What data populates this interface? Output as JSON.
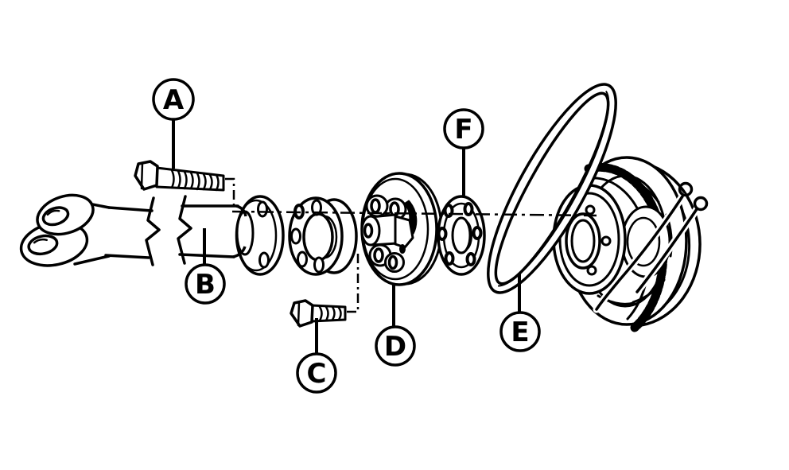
{
  "diagram": {
    "callouts": [
      {
        "label": "A"
      },
      {
        "label": "B"
      },
      {
        "label": "C"
      },
      {
        "label": "D"
      },
      {
        "label": "E"
      },
      {
        "label": "F"
      }
    ],
    "colors": {
      "ink": "#000000",
      "paper": "#ffffff"
    }
  }
}
